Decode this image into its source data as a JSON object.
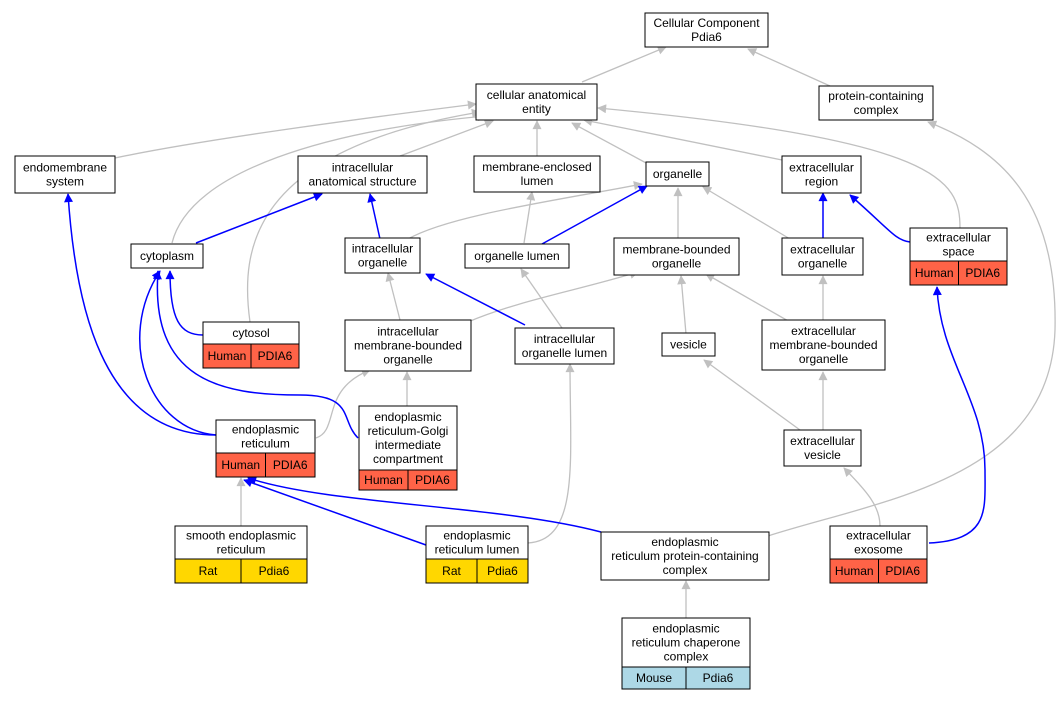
{
  "colors": {
    "human": "#ff6347",
    "rat": "#ffd700",
    "mouse": "#add8e6",
    "edge_gray": "#c0c0c0",
    "edge_blue": "#0000ff"
  },
  "nodes": {
    "root": {
      "lines": [
        "Cellular Component",
        "Pdia6"
      ]
    },
    "cae": {
      "lines": [
        "cellular anatomical",
        "entity"
      ]
    },
    "pcc": {
      "lines": [
        "protein-containing",
        "complex"
      ]
    },
    "endomem": {
      "lines": [
        "endomembrane",
        "system"
      ]
    },
    "ias": {
      "lines": [
        "intracellular",
        "anatomical structure"
      ]
    },
    "mel": {
      "lines": [
        "membrane-enclosed",
        "lumen"
      ]
    },
    "organelle": {
      "lines": [
        "organelle"
      ]
    },
    "exreg": {
      "lines": [
        "extracellular",
        "region"
      ]
    },
    "cytoplasm": {
      "lines": [
        "cytoplasm"
      ]
    },
    "intorg": {
      "lines": [
        "intracellular",
        "organelle"
      ]
    },
    "orglumen": {
      "lines": [
        "organelle lumen"
      ]
    },
    "mbo": {
      "lines": [
        "membrane-bounded",
        "organelle"
      ]
    },
    "exorg": {
      "lines": [
        "extracellular",
        "organelle"
      ]
    },
    "exspace": {
      "lines": [
        "extracellular",
        "space"
      ],
      "species": "Human",
      "gene": "PDIA6"
    },
    "cytosol": {
      "lines": [
        "cytosol"
      ],
      "species": "Human",
      "gene": "PDIA6"
    },
    "imbo": {
      "lines": [
        "intracellular",
        "membrane-bounded",
        "organelle"
      ]
    },
    "iol": {
      "lines": [
        "intracellular",
        "organelle lumen"
      ]
    },
    "vesicle": {
      "lines": [
        "vesicle"
      ]
    },
    "embo": {
      "lines": [
        "extracellular",
        "membrane-bounded",
        "organelle"
      ]
    },
    "er": {
      "lines": [
        "endoplasmic",
        "reticulum"
      ],
      "species": "Human",
      "gene": "PDIA6"
    },
    "ergic": {
      "lines": [
        "endoplasmic",
        "reticulum-Golgi",
        "intermediate",
        "compartment"
      ],
      "species": "Human",
      "gene": "PDIA6"
    },
    "exves": {
      "lines": [
        "extracellular",
        "vesicle"
      ]
    },
    "ser": {
      "lines": [
        "smooth endoplasmic",
        "reticulum"
      ],
      "species": "Rat",
      "gene": "Pdia6"
    },
    "erlumen": {
      "lines": [
        "endoplasmic",
        "reticulum lumen"
      ],
      "species": "Rat",
      "gene": "Pdia6"
    },
    "erpcc": {
      "lines": [
        "endoplasmic",
        "reticulum protein-containing",
        "complex"
      ]
    },
    "exosome": {
      "lines": [
        "extracellular",
        "exosome"
      ],
      "species": "Human",
      "gene": "PDIA6"
    },
    "erchap": {
      "lines": [
        "endoplasmic",
        "reticulum chaperone",
        "complex"
      ],
      "species": "Mouse",
      "gene": "Pdia6"
    }
  }
}
